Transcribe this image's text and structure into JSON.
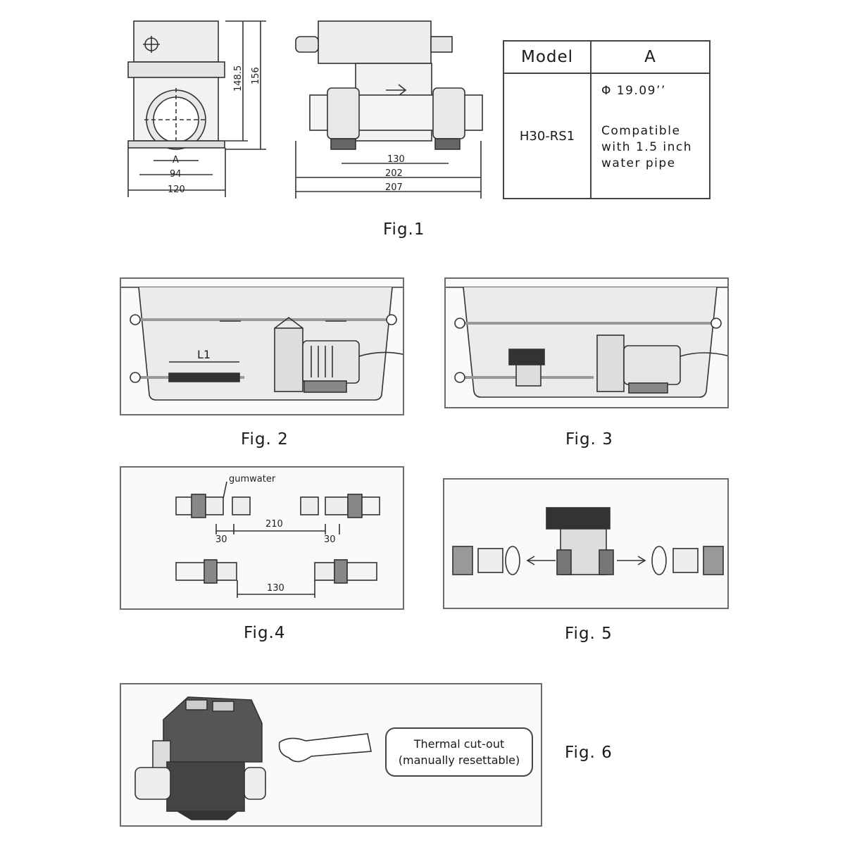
{
  "fig1": {
    "caption": "Fig.1",
    "front_dims": {
      "a": "A",
      "w94": "94",
      "w120": "120",
      "h148": "148.5",
      "h156": "156"
    },
    "side_dims": {
      "w130": "130",
      "w202": "202",
      "w207": "207"
    },
    "table": {
      "header_model": "Model",
      "header_a": "A",
      "model": "H30-RS1",
      "diameter": "Φ 19.09’’",
      "compat_line1": "Compatible",
      "compat_line2": "with 1.5 inch",
      "compat_line3": "water pipe"
    }
  },
  "fig2": {
    "caption": "Fig. 2",
    "label_l1": "L1"
  },
  "fig3": {
    "caption": "Fig. 3"
  },
  "fig4": {
    "caption": "Fig.4",
    "gumwater": "gumwater",
    "d210": "210",
    "d30a": "30",
    "d30b": "30",
    "d130": "130"
  },
  "fig5": {
    "caption": "Fig. 5"
  },
  "fig6": {
    "caption": "Fig. 6",
    "note_line1": "Thermal cut-out",
    "note_line2": "(manually resettable)"
  }
}
